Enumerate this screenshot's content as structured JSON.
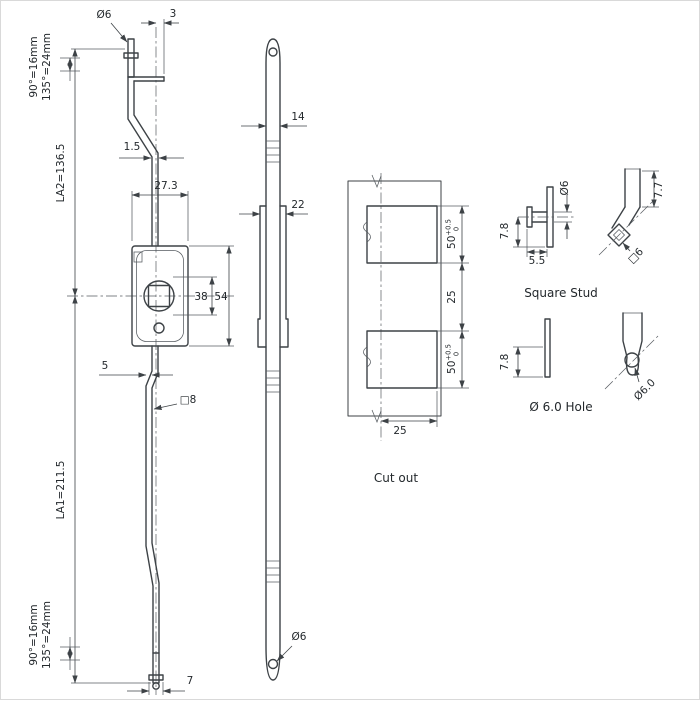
{
  "drawing": {
    "front": {
      "dia_stud_top": "Ø6",
      "dim_stud_offset": "3",
      "dim_thickness": "1.5",
      "dim_body_width": "27.3",
      "dim_38": "38",
      "dim_54": "54",
      "dim_jog": "5",
      "square_rod": "□8",
      "dim_stud_bottom": "7",
      "la2": "LA2=136.5",
      "la1": "LA1=211.5",
      "travel_top_90": "90°=16mm",
      "travel_top_135": "135°=24mm",
      "travel_bottom_90": "90°=16mm",
      "travel_bottom_135": "135°=24mm"
    },
    "side": {
      "dim_width": "14",
      "dim_case": "22",
      "dia_hole": "Ø6"
    },
    "cutout": {
      "title": "Cut out",
      "slot_height": "50",
      "tol_upper": "+0.5",
      "tol_lower": "0",
      "dim_gap": "25",
      "dim_width": "25"
    },
    "square_stud": {
      "title": "Square Stud",
      "dim_78": "7.8",
      "dim_55": "5.5",
      "dia": "Ø6",
      "dim_77": "7.7",
      "square": "□6"
    },
    "hole": {
      "title": "Ø 6.0 Hole",
      "dim_78": "7.8",
      "dia": "Ø6.0"
    }
  }
}
